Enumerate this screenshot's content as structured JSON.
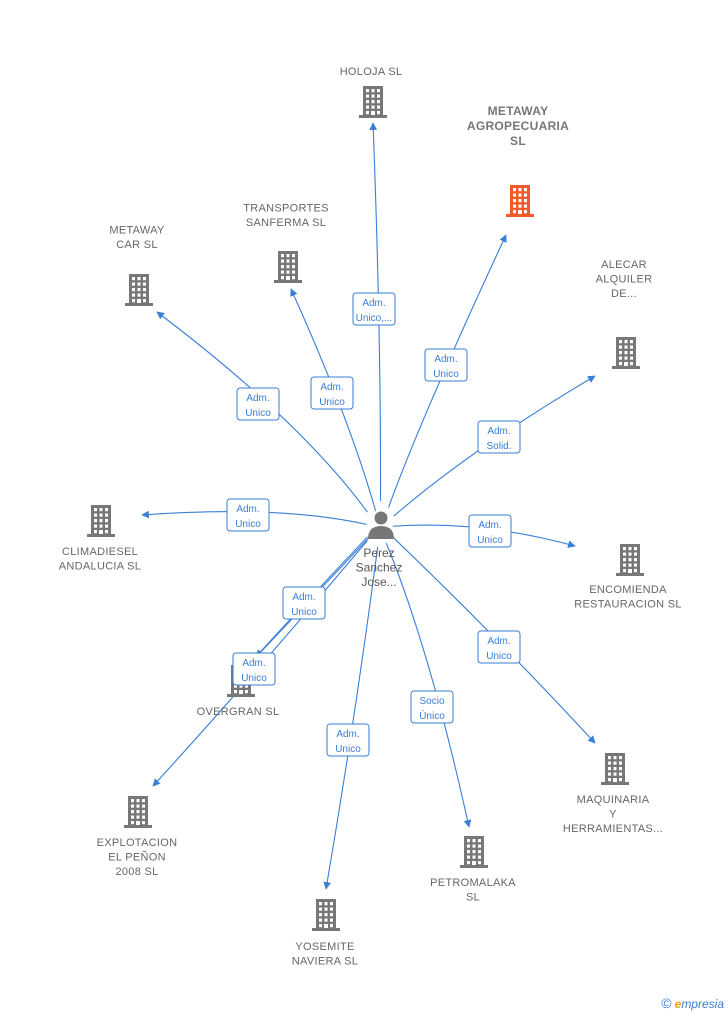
{
  "center": {
    "label": [
      "Perez",
      "Sanchez",
      "Jose..."
    ]
  },
  "colors": {
    "edge": "#3a7fd6",
    "node": "#777777",
    "highlight": "#f05a28"
  },
  "nodes": [
    {
      "id": "holoja",
      "label": [
        "HOLOJA SL"
      ],
      "highlight": false
    },
    {
      "id": "metaway-agro",
      "label": [
        "METAWAY",
        "AGROPECUARIA",
        "SL"
      ],
      "highlight": true
    },
    {
      "id": "transportes",
      "label": [
        "TRANSPORTES",
        "SANFERMA  SL"
      ],
      "highlight": false
    },
    {
      "id": "metaway-car",
      "label": [
        "METAWAY",
        "CAR  SL"
      ],
      "highlight": false
    },
    {
      "id": "alecar",
      "label": [
        "ALECAR",
        "ALQUILER",
        "DE..."
      ],
      "highlight": false
    },
    {
      "id": "climadiesel",
      "label": [
        "CLIMADIESEL",
        "ANDALUCIA SL"
      ],
      "highlight": false
    },
    {
      "id": "encomienda",
      "label": [
        "ENCOMIENDA",
        "RESTAURACION SL"
      ],
      "highlight": false
    },
    {
      "id": "overgran",
      "label": [
        "OVERGRAN  SL"
      ],
      "highlight": false
    },
    {
      "id": "maquinaria",
      "label": [
        "MAQUINARIA",
        "Y",
        "HERRAMIENTAS..."
      ],
      "highlight": false
    },
    {
      "id": "explotacion",
      "label": [
        "EXPLOTACION",
        "EL PEÑON",
        "2008 SL"
      ],
      "highlight": false
    },
    {
      "id": "petromalaka",
      "label": [
        "PETROMALAKA",
        "SL"
      ],
      "highlight": false
    },
    {
      "id": "yosemite",
      "label": [
        "YOSEMITE",
        "NAVIERA  SL"
      ],
      "highlight": false
    }
  ],
  "edges": [
    {
      "target": "holoja",
      "label": [
        "Adm.",
        "Unico,..."
      ]
    },
    {
      "target": "metaway-agro",
      "label": [
        "Adm.",
        "Unico"
      ]
    },
    {
      "target": "transportes",
      "label": [
        "Adm.",
        "Unico"
      ]
    },
    {
      "target": "metaway-car",
      "label": [
        "Adm.",
        "Unico"
      ]
    },
    {
      "target": "alecar",
      "label": [
        "Adm.",
        "Solid."
      ]
    },
    {
      "target": "climadiesel",
      "label": [
        "Adm.",
        "Unico"
      ]
    },
    {
      "target": "encomienda",
      "label": [
        "Adm.",
        "Unico"
      ]
    },
    {
      "target": "overgran",
      "label": [
        "Adm.",
        "Unico"
      ]
    },
    {
      "target": "explotacion",
      "label": [
        "Adm.",
        "Unico"
      ]
    },
    {
      "target": "maquinaria",
      "label": [
        "Adm.",
        "Unico"
      ]
    },
    {
      "target": "petromalaka",
      "label": [
        "Socio",
        "Único"
      ]
    },
    {
      "target": "yosemite",
      "label": [
        "Adm.",
        "Unico"
      ]
    }
  ],
  "footer": {
    "copyright": "©",
    "brand_initial": "e",
    "brand_rest": "mpresia"
  }
}
